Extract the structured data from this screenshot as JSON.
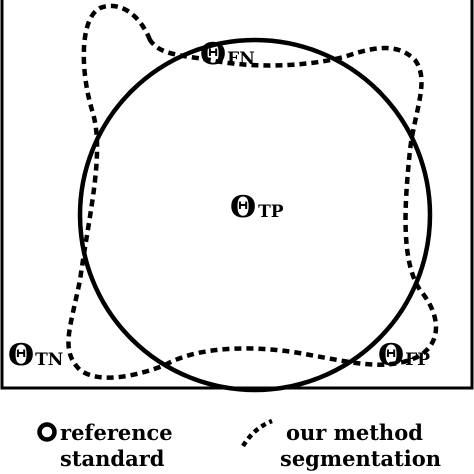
{
  "regions": {
    "false_negative": {
      "symbol": "Θ",
      "subscript": "FN"
    },
    "true_positive": {
      "symbol": "Θ",
      "subscript": "TP"
    },
    "true_negative": {
      "symbol": "Θ",
      "subscript": "TN"
    },
    "false_positive": {
      "symbol": "Θ",
      "subscript": "FP"
    }
  },
  "legend": {
    "reference": {
      "line1": "reference",
      "line2": "standard",
      "icon": "ring-icon"
    },
    "method": {
      "line1": "our method",
      "line2": "segmentation",
      "icon": "dashed-arc-icon"
    }
  },
  "colors": {
    "ink": "#000000",
    "background": "#ffffff"
  }
}
